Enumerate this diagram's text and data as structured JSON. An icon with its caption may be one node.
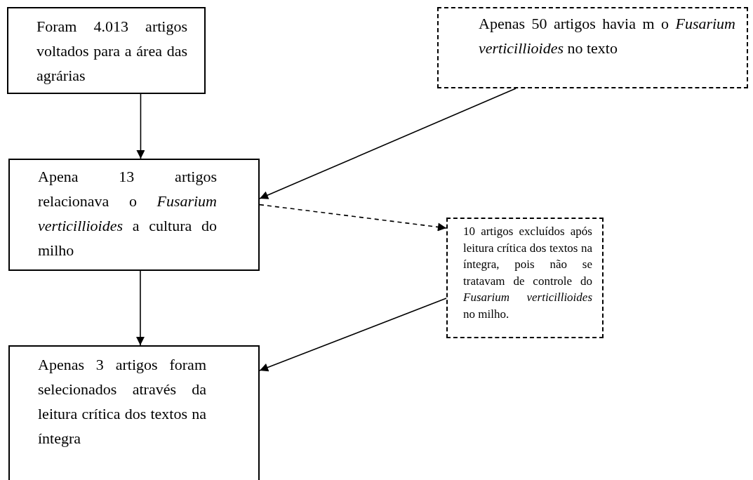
{
  "diagram": {
    "nodes": [
      {
        "text": [
          "Foram 4.013 artigos voltados para a área das agrárias"
        ]
      },
      {
        "text": [
          "Apenas 50 artigos havia m o *Fusarium verticillioides* no texto"
        ]
      },
      {
        "text": [
          "Apena 13 artigos relacionava o *Fusarium verticillioides* a cultura do milho"
        ]
      },
      {
        "text": [
          "10 artigos excluídos após leitura crítica dos textos na íntegra, pois não se tratavam de controle do *Fusarium verticillioides* no milho."
        ]
      },
      {
        "text": [
          "Apenas 3 artigos foram selecionados através da leitura crítica dos textos na íntegra"
        ]
      }
    ],
    "edges": [
      {
        "from": 0,
        "to": 2,
        "arrow": "to"
      },
      {
        "from": 1,
        "to": 2,
        "arrow": "to"
      },
      {
        "from": 2,
        "to": 3,
        "arrow": "to",
        "style": "dashed"
      },
      {
        "from": 3,
        "to": 4,
        "arrow": "to"
      },
      {
        "from": 2,
        "to": 4,
        "arrow": "to"
      }
    ]
  }
}
